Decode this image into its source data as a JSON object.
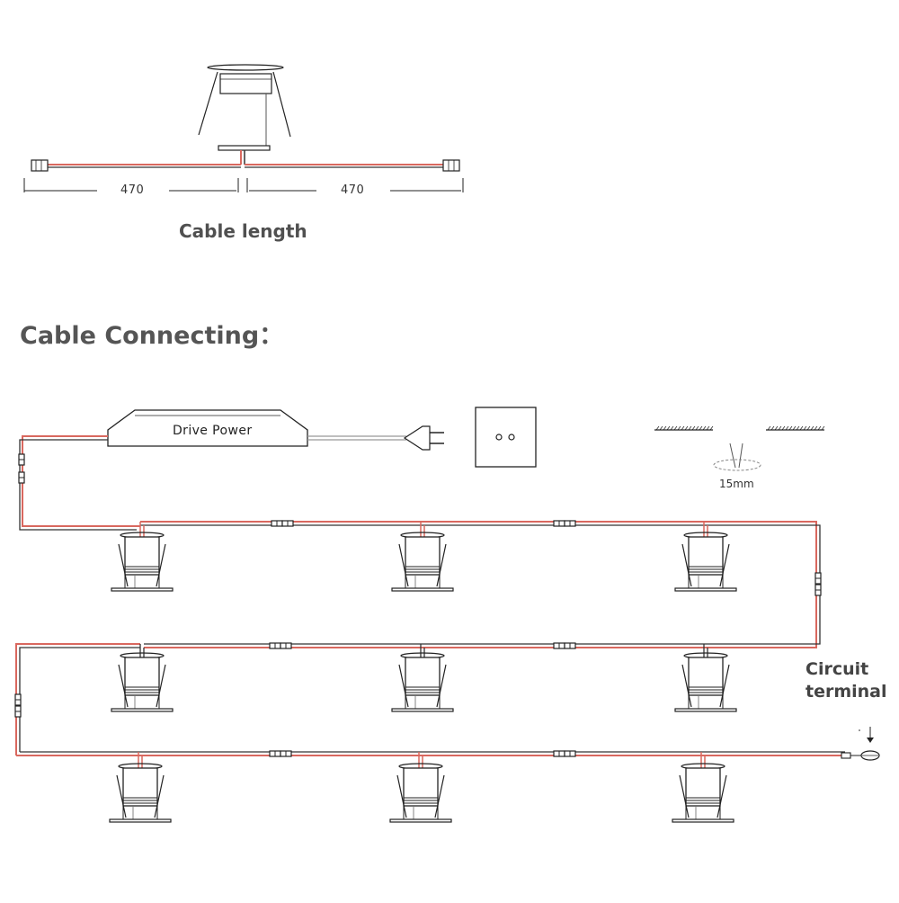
{
  "cable_length": {
    "left_length": "470",
    "right_length": "470",
    "caption": "Cable length"
  },
  "connecting": {
    "title": "Cable Connecting：",
    "driver_label": "Drive Power",
    "hole_size": "15mm",
    "terminal_line1": "Circuit",
    "terminal_line2": "terminal"
  },
  "colors": {
    "wire_red": "#d9685f",
    "wire_dark": "#333333",
    "outline": "#222222"
  }
}
